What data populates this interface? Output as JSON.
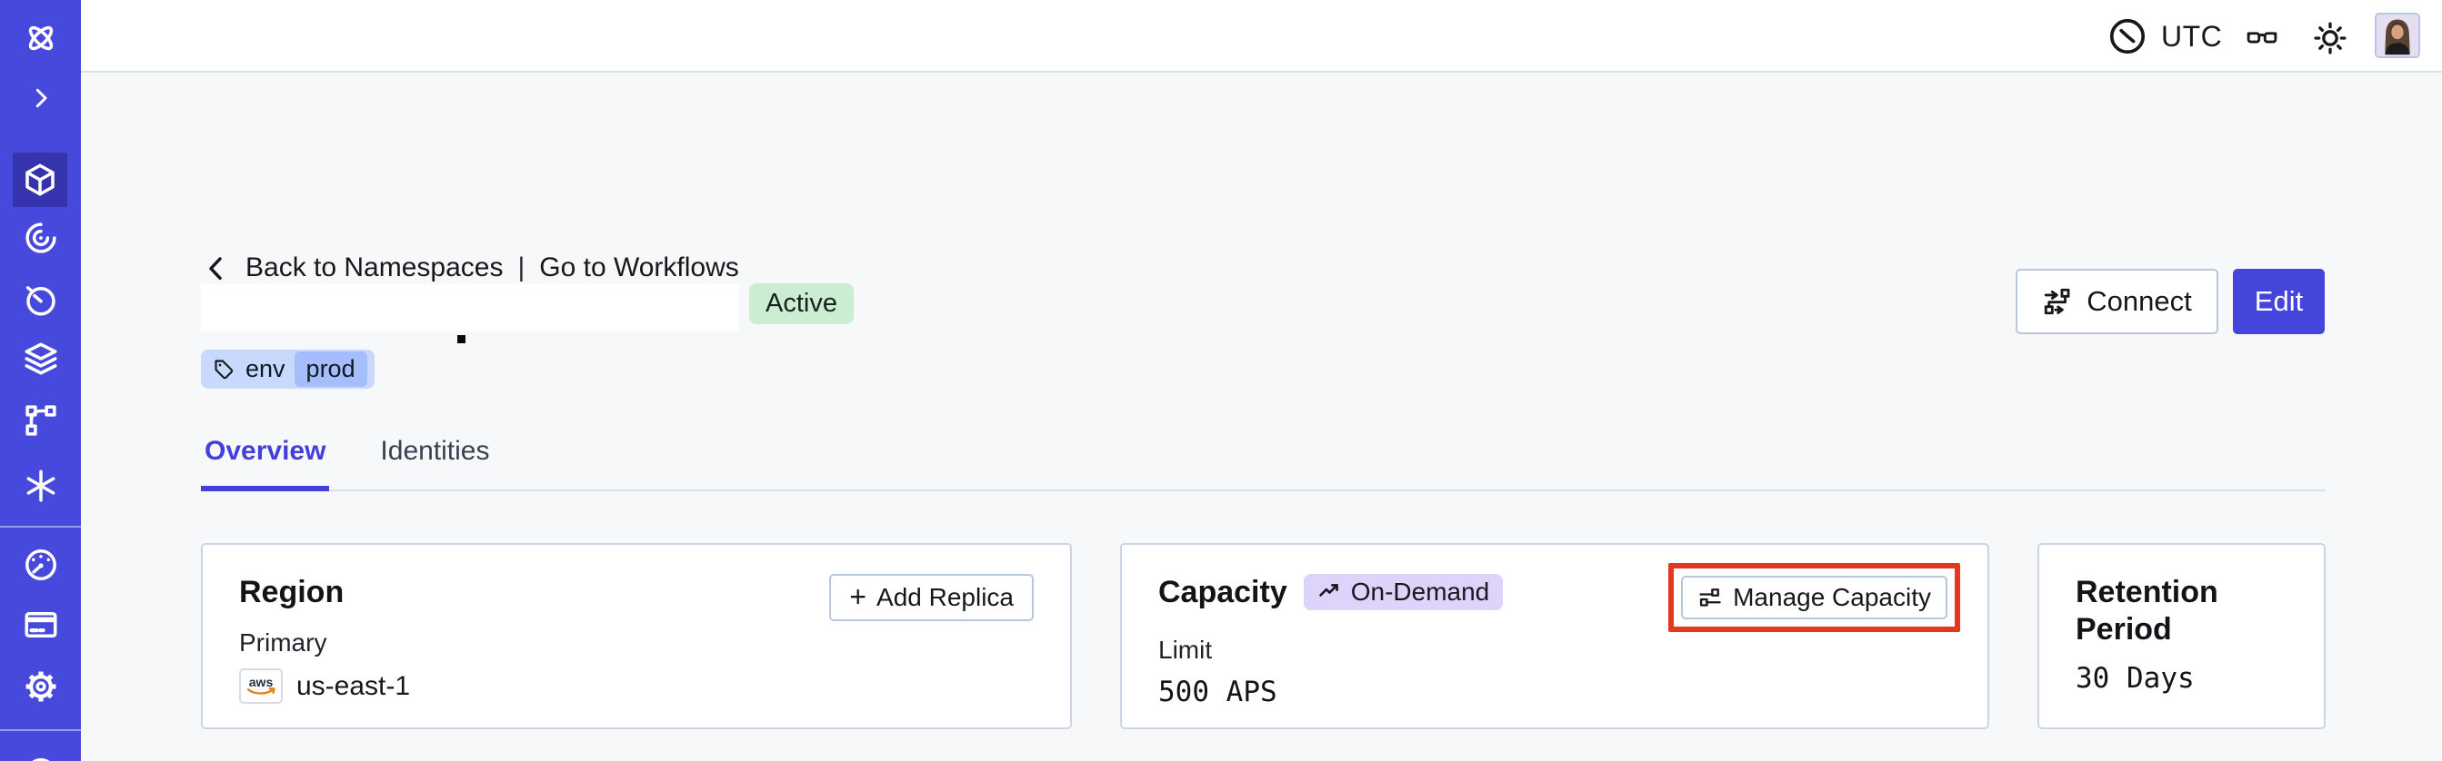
{
  "topbar": {
    "timezone_label": "UTC",
    "icons": [
      "clock-icon",
      "glasses-icon",
      "brightness-icon",
      "user-avatar"
    ]
  },
  "sidebar": {
    "items": [
      "temporal-logo",
      "expand-chevron",
      "namespaces-cube",
      "workflows-swirl",
      "schedules-timer",
      "stack-layers",
      "deployments-branch",
      "nexus-asterisk",
      "usage-gauge",
      "billing-card",
      "settings-gear",
      "help-partial"
    ]
  },
  "breadcrumb": {
    "back_label": "Back to Namespaces",
    "divider": "|",
    "workflows_label": "Go to Workflows"
  },
  "namespace_header": {
    "status_badge": "Active",
    "tag": {
      "key": "env",
      "value": "prod"
    },
    "connect_label": "Connect",
    "edit_label": "Edit"
  },
  "tabs": [
    {
      "label": "Overview",
      "active": true
    },
    {
      "label": "Identities",
      "active": false
    }
  ],
  "cards": {
    "region": {
      "title": "Region",
      "plus_glyph": "+",
      "action_label": "Add Replica",
      "role_label": "Primary",
      "provider": "aws",
      "region_value": "us-east-1"
    },
    "capacity": {
      "title": "Capacity",
      "badge_label": "On-Demand",
      "action_label": "Manage Capacity",
      "limit_label": "Limit",
      "limit_value": "500 APS"
    },
    "retention": {
      "title": "Retention Period",
      "value": "30 Days"
    }
  },
  "colors": {
    "sidebar_bg": "#4748DC",
    "accent_indigo": "#4645DB",
    "active_badge_bg": "#CBEED3",
    "tag_bg": "#C9D8FD",
    "tag_chip_bg": "#A6BDFB",
    "ondemand_badge_bg": "#DDD3FB",
    "annotation_red": "#E5371E",
    "card_border": "#CBD5E3",
    "page_bg": "#F7F8FA"
  }
}
